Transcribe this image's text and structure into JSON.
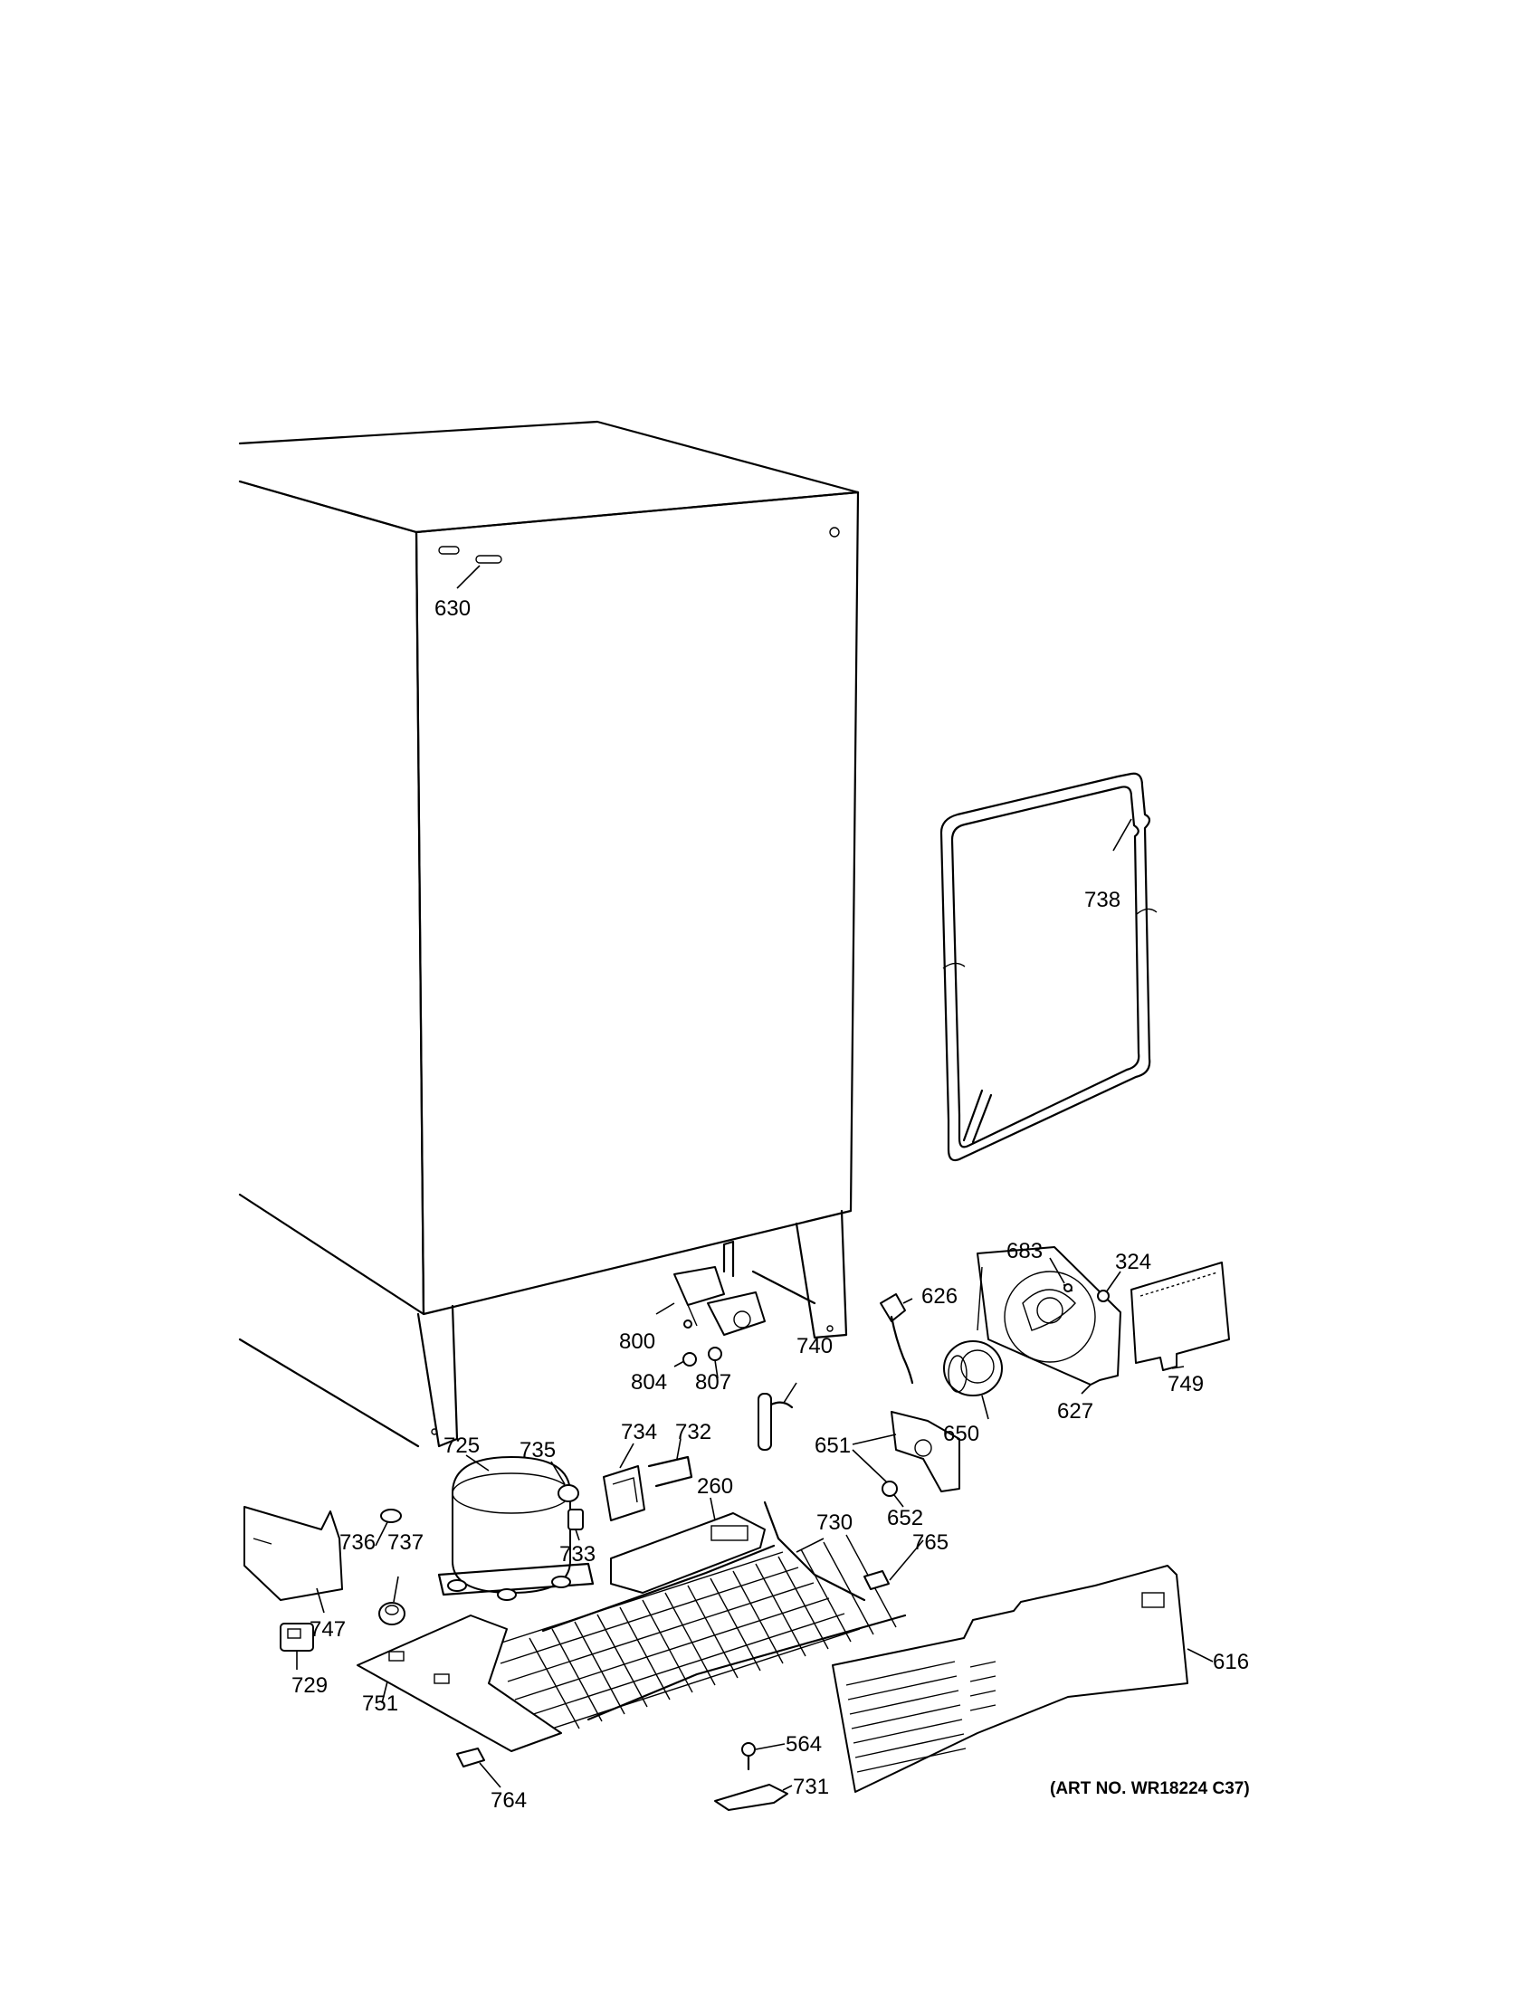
{
  "art_number": "(ART NO. WR18224 C37)",
  "callouts": {
    "p630": "630",
    "p738": "738",
    "p683": "683",
    "p324": "324",
    "p626": "626",
    "p800": "800",
    "p804": "804",
    "p807": "807",
    "p740": "740",
    "p749": "749",
    "p627": "627",
    "p650": "650",
    "p725": "725",
    "p735": "735",
    "p734": "734",
    "p732": "732",
    "p260": "260",
    "p651": "651",
    "p652": "652",
    "p730": "730",
    "p765": "765",
    "p736": "736",
    "p737": "737",
    "p733": "733",
    "p747": "747",
    "p729": "729",
    "p751": "751",
    "p616": "616",
    "p564": "564",
    "p731": "731",
    "p764": "764"
  }
}
